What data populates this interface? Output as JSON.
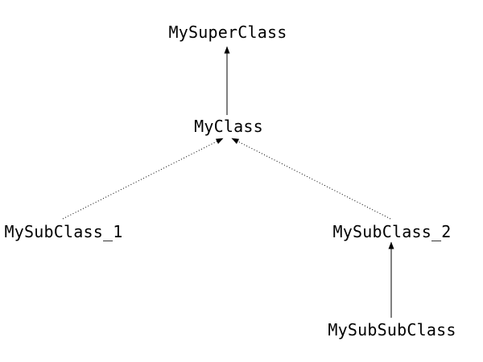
{
  "diagram": {
    "type": "class-inheritance-hierarchy",
    "background_color": "#ffffff",
    "line_color": "#000000",
    "text_color": "#000000",
    "nodes": [
      {
        "id": "mysuperclass",
        "label": "MySuperClass"
      },
      {
        "id": "myclass",
        "label": "MyClass"
      },
      {
        "id": "mysubclass-1",
        "label": "MySubClass_1"
      },
      {
        "id": "mysubclass-2",
        "label": "MySubClass_2"
      },
      {
        "id": "mysubsubclass",
        "label": "MySubSubClass"
      }
    ],
    "edges": [
      {
        "from": "MyClass",
        "to": "MySuperClass",
        "style": "solid",
        "arrowhead": "filled-triangle"
      },
      {
        "from": "MySubClass_1",
        "to": "MyClass",
        "style": "dotted",
        "arrowhead": "filled-triangle"
      },
      {
        "from": "MySubClass_2",
        "to": "MyClass",
        "style": "dotted",
        "arrowhead": "filled-triangle"
      },
      {
        "from": "MySubSubClass",
        "to": "MySubClass_2",
        "style": "solid",
        "arrowhead": "filled-triangle"
      }
    ]
  }
}
